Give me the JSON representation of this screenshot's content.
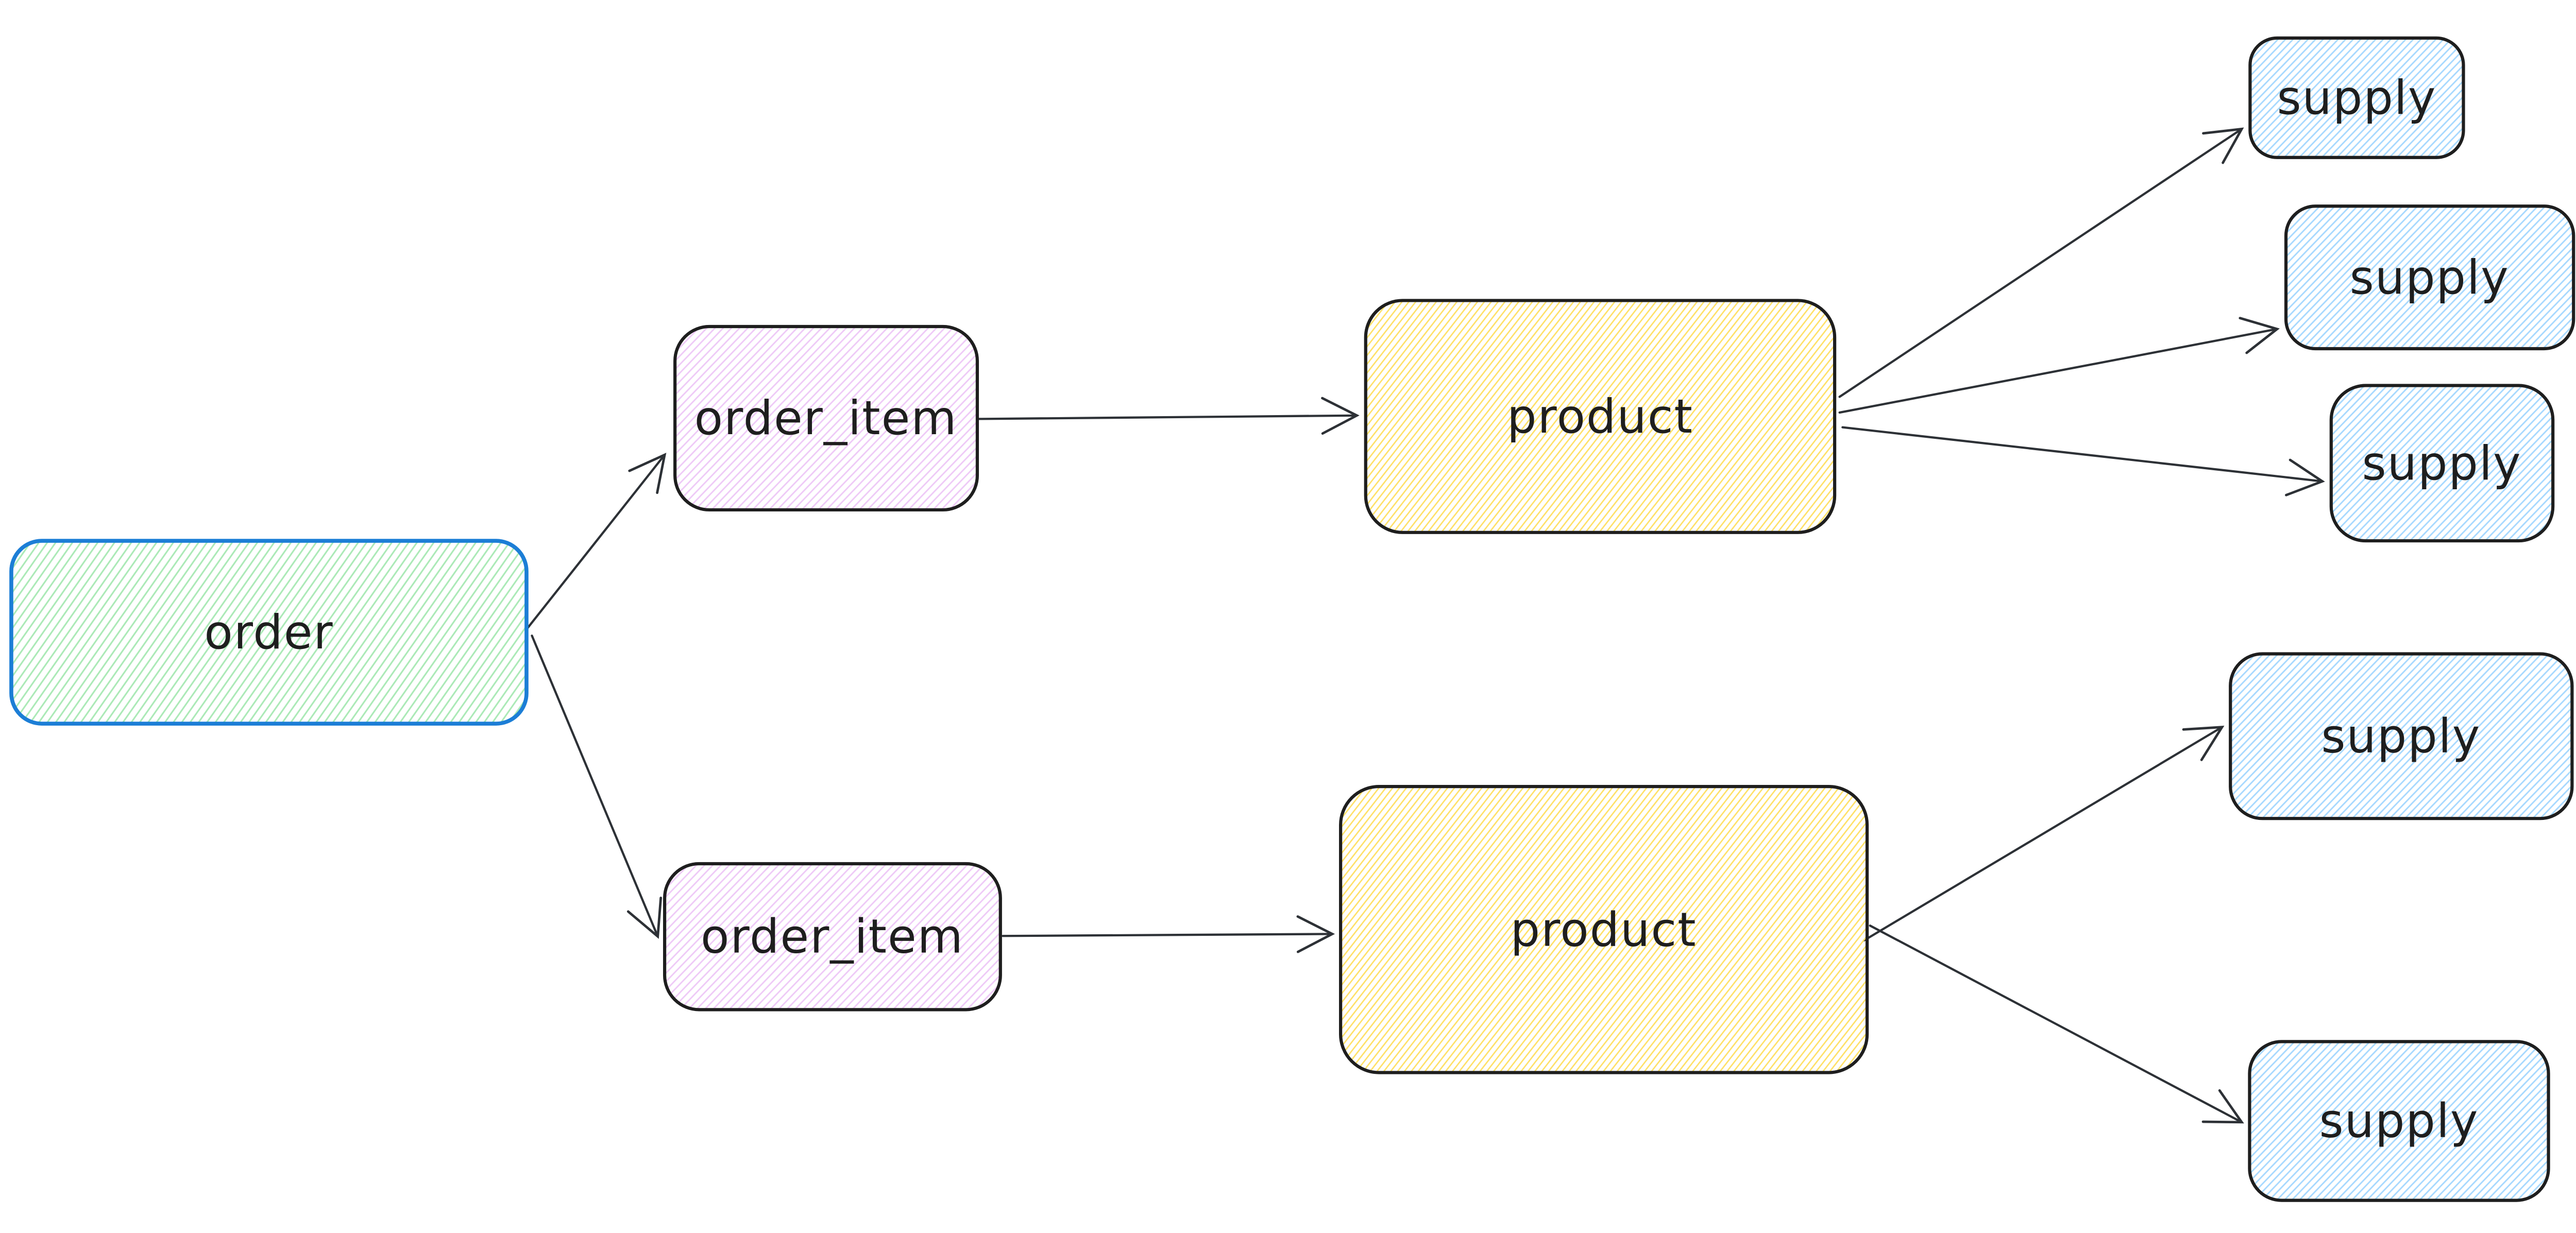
{
  "colors": {
    "background": "#ffffff",
    "arrow_stroke": "#2d3136",
    "box_border_dark": "#1e1e1e",
    "order_border_blue": "#1c7ed6",
    "text": "#1e1e1e",
    "hatch_green": "#a9e9b5",
    "hatch_violet": "#eec9f7",
    "hatch_yellow": "#ffe066",
    "hatch_blue": "#a5d8ff"
  },
  "diagram": {
    "nodes": [
      {
        "id": "order",
        "label": "order"
      },
      {
        "id": "order_item_top",
        "label": "order_item"
      },
      {
        "id": "order_item_bottom",
        "label": "order_item"
      },
      {
        "id": "product_top",
        "label": "product"
      },
      {
        "id": "product_bottom",
        "label": "product"
      },
      {
        "id": "supply_1",
        "label": "supply"
      },
      {
        "id": "supply_2",
        "label": "supply"
      },
      {
        "id": "supply_3",
        "label": "supply"
      },
      {
        "id": "supply_4",
        "label": "supply"
      },
      {
        "id": "supply_5",
        "label": "supply"
      }
    ],
    "edges": [
      {
        "from": "order",
        "to": "order_item_top"
      },
      {
        "from": "order",
        "to": "order_item_bottom"
      },
      {
        "from": "order_item_top",
        "to": "product_top"
      },
      {
        "from": "order_item_bottom",
        "to": "product_bottom"
      },
      {
        "from": "product_top",
        "to": "supply_1"
      },
      {
        "from": "product_top",
        "to": "supply_2"
      },
      {
        "from": "product_top",
        "to": "supply_3"
      },
      {
        "from": "product_bottom",
        "to": "supply_4"
      },
      {
        "from": "product_bottom",
        "to": "supply_5"
      }
    ]
  }
}
